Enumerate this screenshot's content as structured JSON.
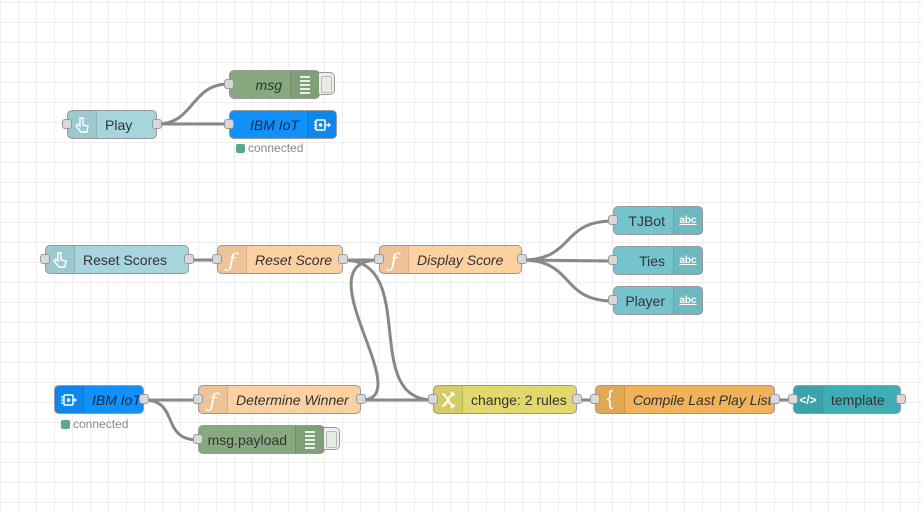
{
  "canvas": {
    "grid": true
  },
  "nodes": {
    "play": {
      "label": "Play",
      "type": "inject",
      "icon": "hand-pointer-icon"
    },
    "msg_debug": {
      "label": "msg",
      "type": "debug",
      "icon": "list-lines-icon"
    },
    "ibm_iot_out": {
      "label": "IBM IoT",
      "type": "ibmiot-out",
      "icon": "chip-out-icon",
      "status": "connected"
    },
    "reset_scores": {
      "label": "Reset Scores",
      "type": "inject",
      "icon": "hand-pointer-icon"
    },
    "reset_score": {
      "label": "Reset Score",
      "type": "function",
      "icon": "function-icon"
    },
    "display_score": {
      "label": "Display Score",
      "type": "function",
      "icon": "function-icon"
    },
    "tjbot": {
      "label": "TJBot",
      "type": "text",
      "icon": "abc-icon"
    },
    "ties": {
      "label": "Ties",
      "type": "text",
      "icon": "abc-icon"
    },
    "player": {
      "label": "Player",
      "type": "text",
      "icon": "abc-icon"
    },
    "ibm_iot_in": {
      "label": "IBM IoT",
      "type": "ibmiot-in",
      "icon": "chip-in-icon",
      "status": "connected"
    },
    "determine_winner": {
      "label": "Determine Winner",
      "type": "function",
      "icon": "function-icon"
    },
    "msg_payload": {
      "label": "msg.payload",
      "type": "debug",
      "icon": "list-lines-icon"
    },
    "change": {
      "label": "change: 2 rules",
      "type": "change",
      "icon": "shuffle-icon"
    },
    "compile": {
      "label": "Compile Last Play List",
      "type": "function",
      "icon": "brace-icon"
    },
    "template": {
      "label": "template",
      "type": "template",
      "icon": "code-icon"
    }
  },
  "icons": {
    "abc": "abc",
    "function": "ƒ",
    "brace": "{",
    "code": "</>"
  },
  "colors": {
    "inject": "#a6d5dd",
    "debug": "#87a980",
    "ibmiot": "#0f90fa",
    "function": "#fdd0a2",
    "text": "#75c4cd",
    "change": "#e2d96e",
    "compile": "#f1b25a",
    "template": "#3fadb5",
    "status_ok": "#5a8",
    "wire": "#888888"
  }
}
